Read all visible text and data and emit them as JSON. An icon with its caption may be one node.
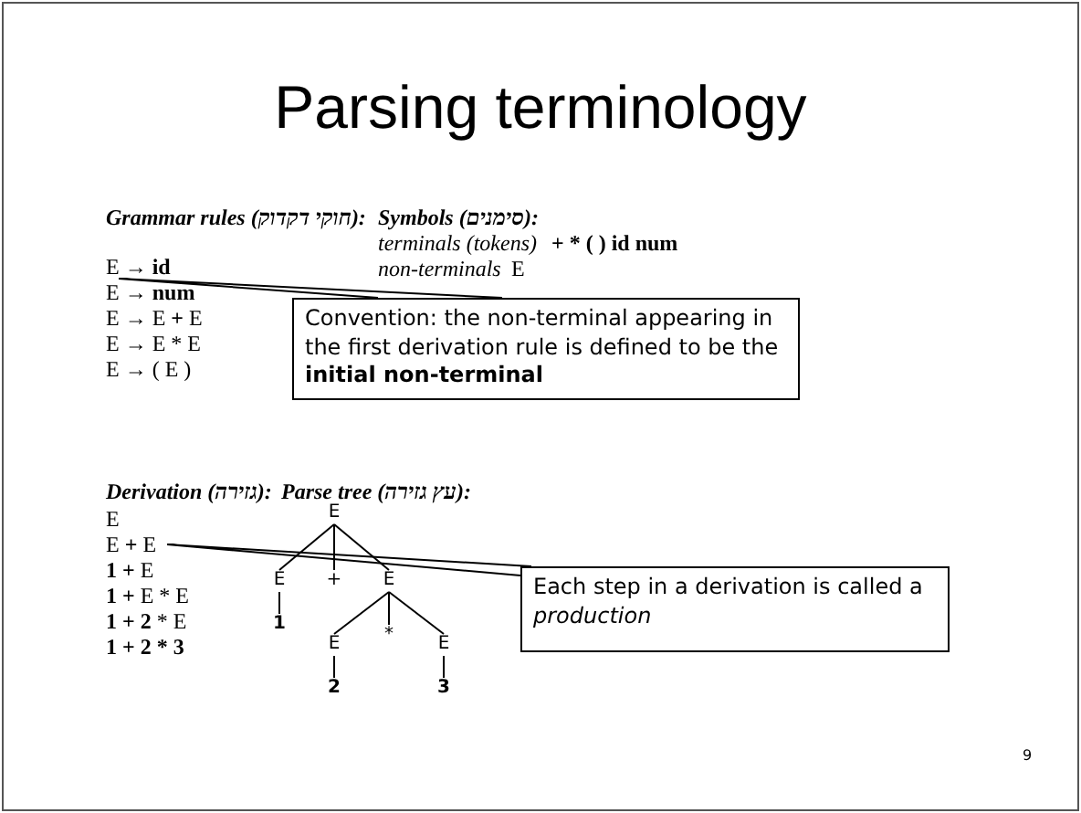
{
  "diagram": {
    "title": "Parsing terminology",
    "nodes": [
      {
        "text": [
          "E → **id**"
        ]
      },
      {
        "text": [
          "Convention: the non-terminal appearing in the first derivation rule is defined to be the **initial non-terminal**"
        ]
      },
      {
        "text": [
          "E **+** E"
        ]
      },
      {
        "text": [
          "E"
        ]
      },
      {
        "text": [
          "E"
        ]
      },
      {
        "text": [
          "+"
        ]
      },
      {
        "text": [
          "E"
        ]
      },
      {
        "text": [
          "1"
        ]
      },
      {
        "text": [
          "E"
        ]
      },
      {
        "text": [
          "*"
        ]
      },
      {
        "text": [
          "E"
        ]
      },
      {
        "text": [
          "2"
        ]
      },
      {
        "text": [
          "3"
        ]
      },
      {
        "text": [
          "Each step in a derivation is called a *production*"
        ]
      }
    ],
    "edges": [
      {
        "from": 1,
        "to": 0,
        "arrow": "none"
      },
      {
        "from": 3,
        "to": 4,
        "arrow": "none"
      },
      {
        "from": 3,
        "to": 5,
        "arrow": "none"
      },
      {
        "from": 3,
        "to": 6,
        "arrow": "none"
      },
      {
        "from": 4,
        "to": 7,
        "arrow": "none"
      },
      {
        "from": 6,
        "to": 8,
        "arrow": "none"
      },
      {
        "from": 6,
        "to": 9,
        "arrow": "none"
      },
      {
        "from": 6,
        "to": 10,
        "arrow": "none"
      },
      {
        "from": 8,
        "to": 11,
        "arrow": "none"
      },
      {
        "from": 10,
        "to": 12,
        "arrow": "none"
      },
      {
        "from": 13,
        "to": 2,
        "arrow": "none"
      }
    ],
    "labels": [
      "Grammar rules (חוקי דקדוק):",
      "Symbols (סימנים):",
      "terminals (tokens)",
      "+ * ( ) id num",
      "non-terminals",
      "E",
      "E → **num**",
      "E → E **+** E",
      "E → E * E",
      "E → ( E )",
      "Derivation (גזירה):",
      "Parse tree (עץ גזירה):",
      "E",
      "**1 +** E",
      "**1 +** E * E",
      "**1 + 2** * E",
      "**1 + 2 * 3**",
      "9"
    ]
  }
}
